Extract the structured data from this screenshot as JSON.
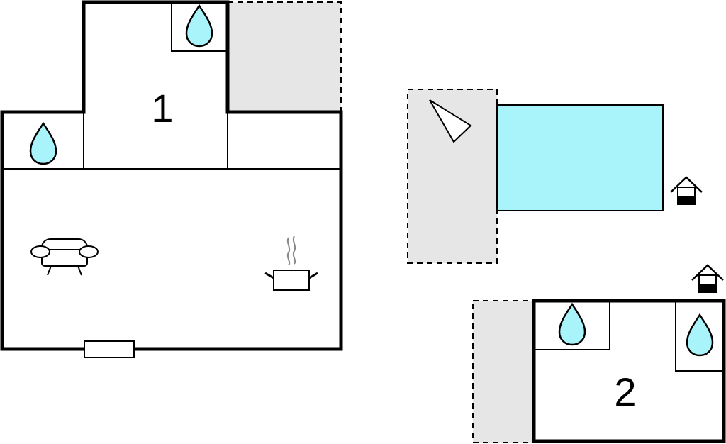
{
  "rooms": {
    "building_1_label": "1",
    "building_2_label": "2"
  },
  "icons": {
    "water": "water-drop-icon",
    "sofa": "sofa-icon",
    "cooking": "cooking-pot-icon",
    "pool": "swimming-pool",
    "sail": "sail-icon",
    "house": "house-icon"
  },
  "colors": {
    "water": "#a8f4fa",
    "terrace": "#e6e6e6",
    "wall": "#000000"
  }
}
